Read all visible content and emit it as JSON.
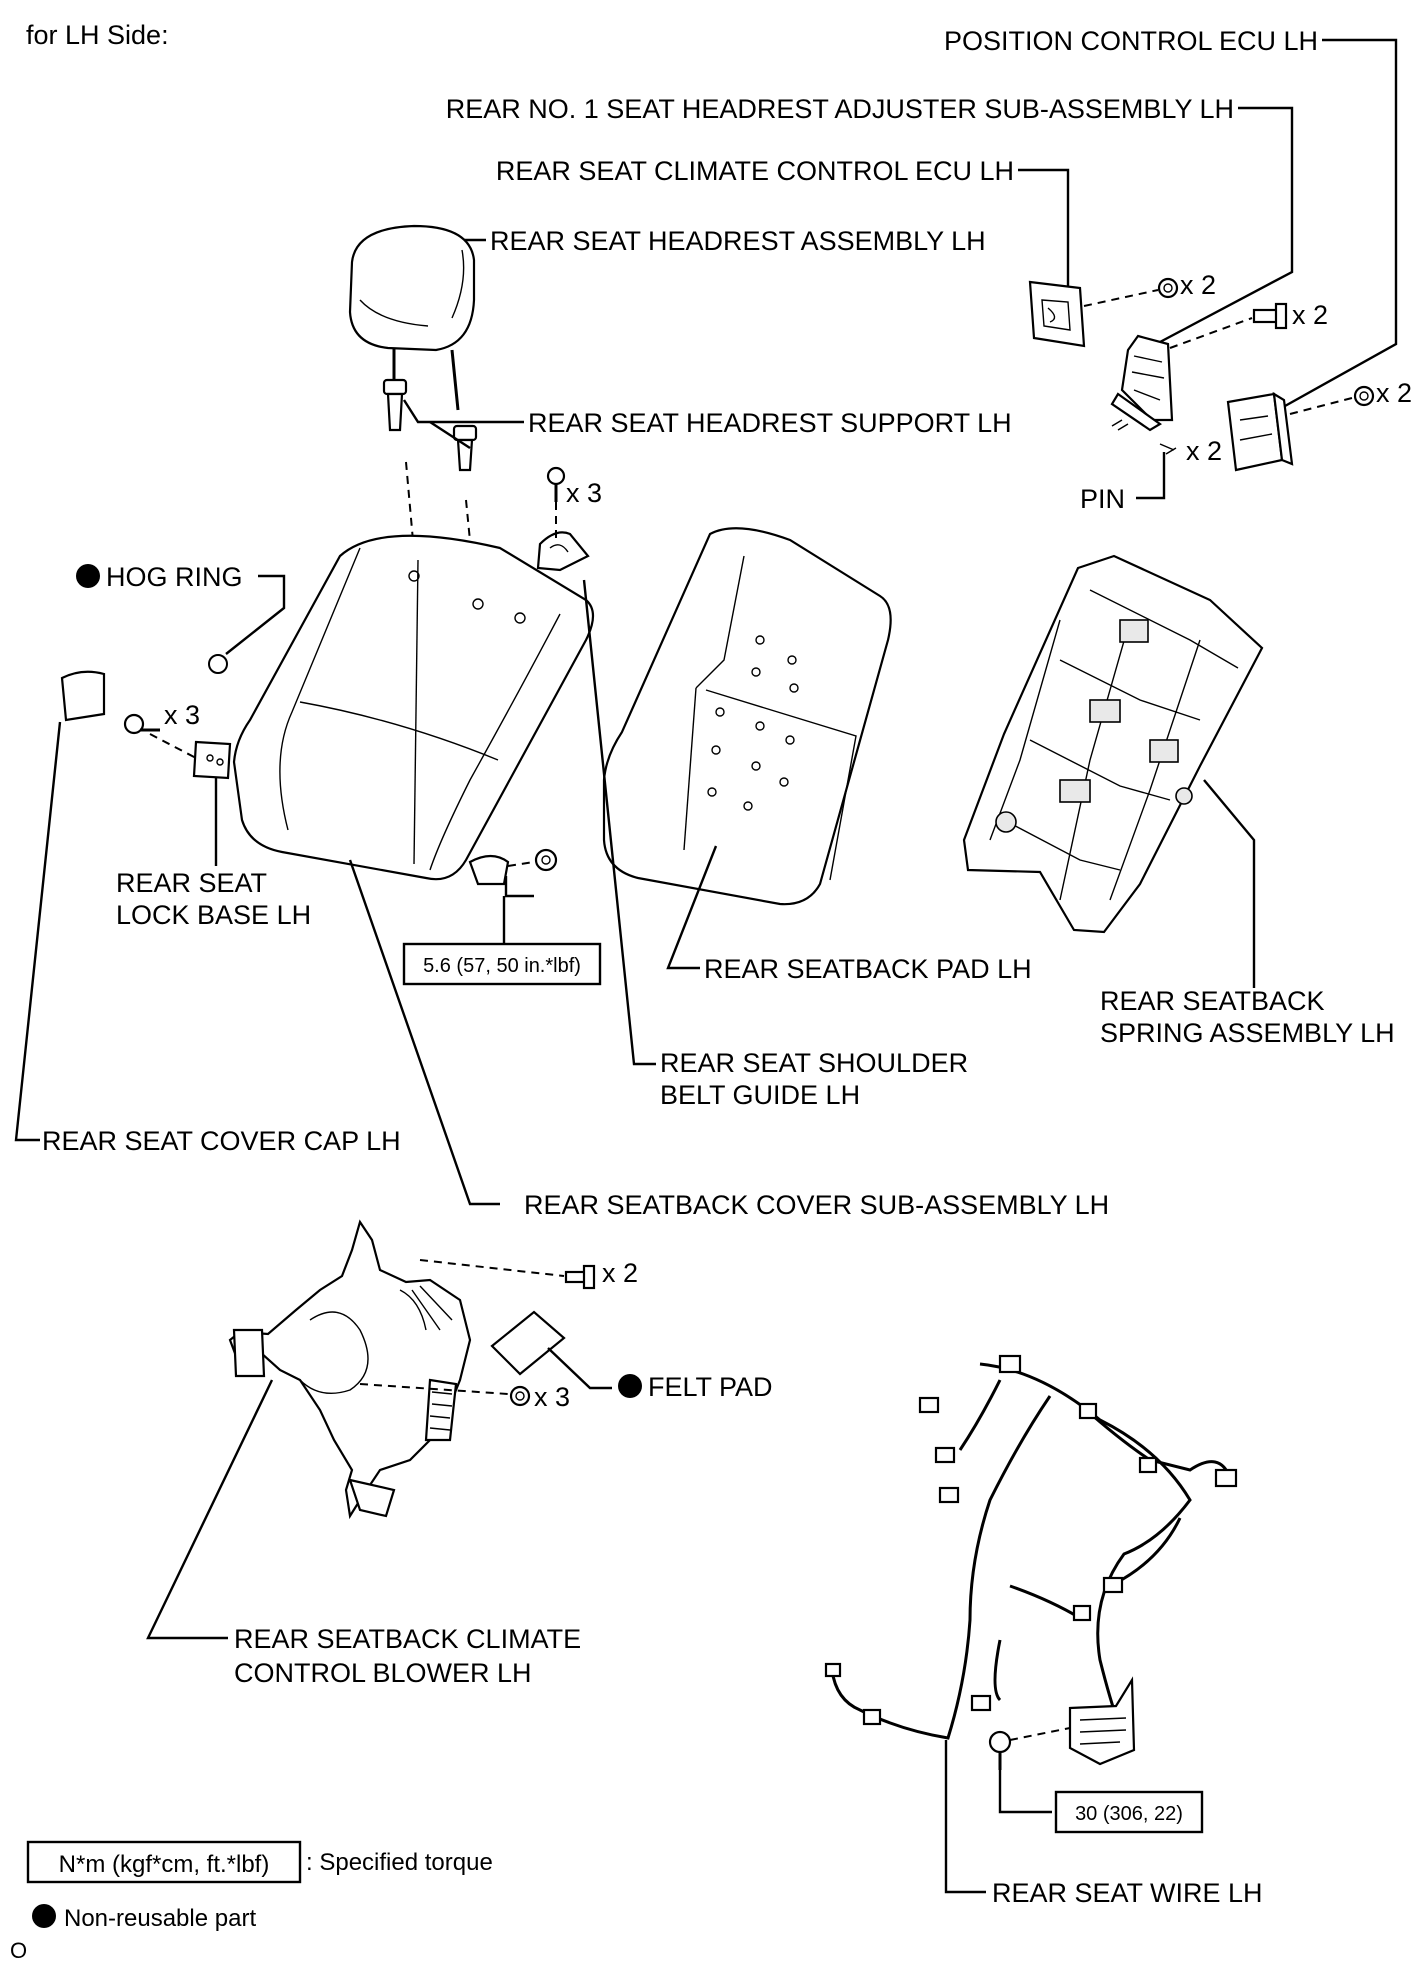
{
  "header": {
    "side_label": "for LH Side:"
  },
  "labels": {
    "position_control_ecu": "POSITION CONTROL ECU LH",
    "headrest_adjuster": "REAR NO. 1 SEAT HEADREST ADJUSTER SUB-ASSEMBLY LH",
    "climate_control_ecu": "REAR SEAT CLIMATE CONTROL ECU LH",
    "headrest_assembly": "REAR SEAT HEADREST ASSEMBLY LH",
    "headrest_support": "REAR SEAT HEADREST SUPPORT LH",
    "pin": "PIN",
    "hog_ring": "HOG RING",
    "lock_base_line1": "REAR SEAT",
    "lock_base_line2": "LOCK BASE LH",
    "seatback_pad": "REAR SEATBACK PAD LH",
    "spring_line1": "REAR SEATBACK",
    "spring_line2": "SPRING ASSEMBLY LH",
    "shoulder_line1": "REAR SEAT SHOULDER",
    "shoulder_line2": "BELT GUIDE LH",
    "cover_cap": "REAR SEAT COVER CAP LH",
    "seatback_cover": "REAR SEATBACK COVER SUB-ASSEMBLY LH",
    "felt_pad": "FELT PAD",
    "blower_line1": "REAR SEATBACK CLIMATE",
    "blower_line2": "CONTROL BLOWER LH",
    "seat_wire": "REAR SEAT WIRE LH"
  },
  "quantities": {
    "ecu_nut": "x 2",
    "adjuster_bolt": "x 2",
    "pos_ecu_nut": "x 2",
    "pin": "x 2",
    "guide_screw": "x 3",
    "lock_screw": "x 3",
    "blower_bolt": "x 2",
    "blower_nut": "x 3"
  },
  "torques": {
    "cover_nut": "5.6 (57, 50 in.*lbf)",
    "wire_bolt": "30 (306, 22)"
  },
  "legend": {
    "torque_box": "N*m (kgf*cm, ft.*lbf)",
    "torque_text": ": Specified torque",
    "non_reusable": "Non-reusable part"
  },
  "footer": {
    "code": "O"
  }
}
